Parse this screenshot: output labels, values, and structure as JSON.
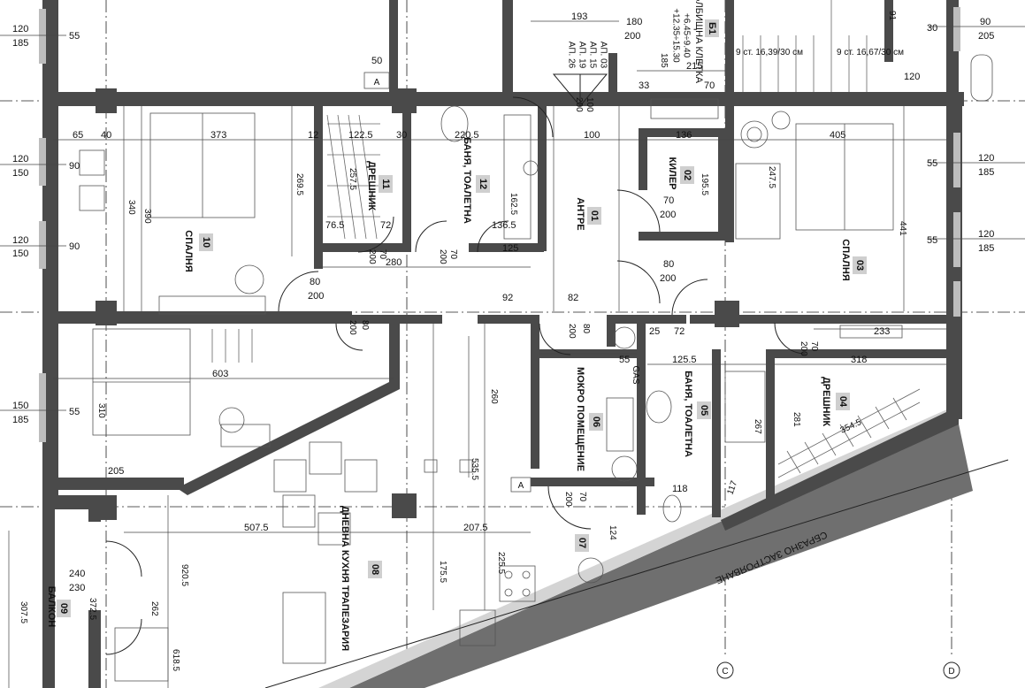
{
  "rooms": {
    "r01": {
      "num": "01",
      "name": "АНТРЕ"
    },
    "r02": {
      "num": "02",
      "name": "КИЛЕР"
    },
    "r03": {
      "num": "03",
      "name": "СПАЛНЯ"
    },
    "r04": {
      "num": "04",
      "name": "ДРЕШНИК"
    },
    "r05": {
      "num": "05",
      "name": "БАНЯ, ТОАЛЕТНА"
    },
    "r06": {
      "num": "06",
      "name": "МОКРО ПОМЕЩЕНИЕ"
    },
    "r07": {
      "num": "07",
      "name": ""
    },
    "r08": {
      "num": "08",
      "name": "ДНЕВНА КУХНЯ ТРАПЕЗАРИЯ"
    },
    "r09": {
      "num": "09",
      "name": "БАЛКОН"
    },
    "r10": {
      "num": "10",
      "name": "СПАЛНЯ"
    },
    "r11": {
      "num": "11",
      "name": "ДРЕШНИК"
    },
    "r12": {
      "num": "12",
      "name": "БАНЯ, ТОАЛЕТНА"
    }
  },
  "stair": {
    "num": "Б1",
    "name": "ТЪЛБИЩНА КЛЕТКА",
    "levels": [
      "+6.45÷9.40",
      "+12.35÷15.30"
    ],
    "flights": [
      "АП. 03",
      "АП. 15",
      "АП. 19",
      "АП. 26"
    ],
    "steps_a": "9 ст. 16,39/30 см",
    "steps_b": "9 ст. 16,67/30 см"
  },
  "annotations": {
    "shear": "СБРАЗНО ЗАСТРОЯВАНЕ",
    "axis_c": "C",
    "axis_d": "D",
    "elevator": "А",
    "gas": "GAS"
  },
  "windows_left": [
    {
      "w": "120",
      "h": "185",
      "dim": "55"
    },
    {
      "w": "120",
      "h": "150",
      "dim": "90"
    },
    {
      "w": "120",
      "h": "150",
      "dim": "90"
    },
    {
      "w": "150",
      "h": "185",
      "dim": "55"
    }
  ],
  "windows_right": [
    {
      "w": "90",
      "h": "205",
      "dim": "30"
    },
    {
      "w": "120",
      "h": "185",
      "dim": "55"
    },
    {
      "w": "120",
      "h": "185",
      "dim": "55"
    }
  ],
  "doors": [
    {
      "w": "80",
      "h": "200"
    },
    {
      "w": "70",
      "h": "200"
    },
    {
      "w": "80",
      "h": "200"
    },
    {
      "w": "70",
      "h": "200"
    },
    {
      "w": "70",
      "h": "200"
    },
    {
      "w": "70",
      "h": "200"
    },
    {
      "w": "80",
      "h": "200"
    },
    {
      "w": "70",
      "h": "200"
    },
    {
      "w": "100",
      "h": "200"
    },
    {
      "w": "180",
      "h": "200"
    },
    {
      "w": "240",
      "h": "230"
    },
    {
      "w": "80",
      "h": "200"
    }
  ],
  "dims": {
    "d373": "373",
    "d405": "405",
    "d603": "603",
    "d5075": "507.5",
    "d2075": "207.5",
    "d280": "280",
    "d1225": "122.5",
    "d2205": "220.5",
    "d136": "136",
    "d100": "100",
    "d318": "318",
    "d1255": "125.5",
    "d233": "233",
    "d215": "215",
    "d193": "193",
    "d390": "390",
    "d340": "340",
    "d441": "441",
    "d310": "310",
    "d260": "260",
    "d5355": "535.5",
    "d9205": "920.5",
    "d2475": "247.5",
    "d2695": "269.5",
    "d2575": "257.5",
    "d1625": "162.5",
    "d1955": "195.5",
    "d205": "205",
    "d118": "118",
    "d117": "117",
    "d3545": "354.5",
    "d3075": "307.5",
    "d3725": "372.5",
    "d6185": "618.5",
    "d262": "262",
    "d1755": "175.5",
    "d2255": "225.5",
    "d40": "40",
    "d65": "65",
    "d12": "12",
    "d30": "30",
    "d50": "50",
    "d33": "33",
    "d70": "70",
    "d92": "92",
    "d82": "82",
    "d72": "72",
    "d55": "55",
    "d25": "25",
    "d72b": "72",
    "d125": "125",
    "d1365": "136.5",
    "d765": "76.5",
    "d124": "124",
    "d267": "267",
    "d120": "120",
    "d185": "185",
    "d91": "91",
    "d281": "281"
  }
}
